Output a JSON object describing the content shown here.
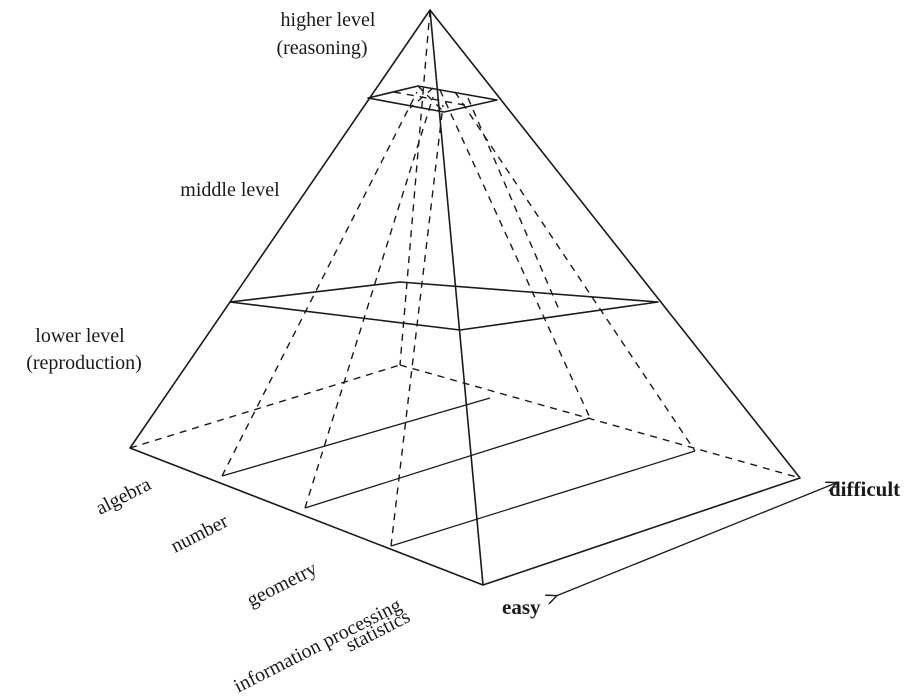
{
  "levels": {
    "higher": [
      "higher level",
      "(reasoning)"
    ],
    "middle": "middle level",
    "lower": [
      "lower level",
      "(reproduction)"
    ]
  },
  "domains": {
    "algebra": "algebra",
    "number": "number",
    "geometry": "geometry",
    "info_processing": "information processing",
    "statistics": "statistics"
  },
  "difficulty": {
    "easy": "easy",
    "difficult": "difficult"
  }
}
